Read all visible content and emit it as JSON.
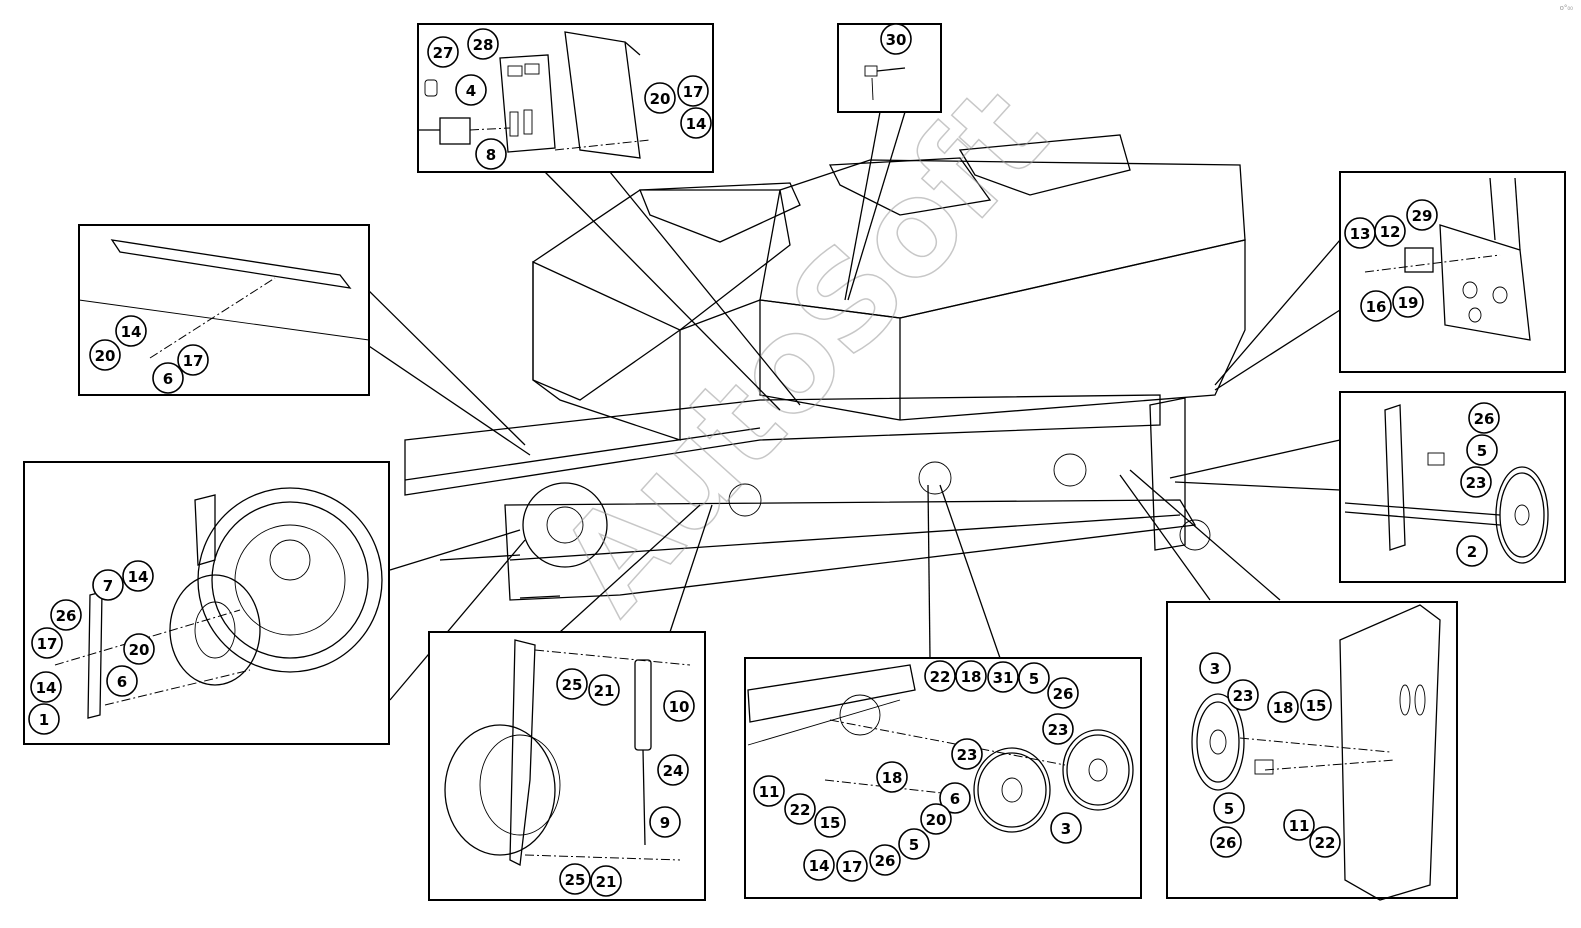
{
  "watermark": "AutoSoft",
  "corner_mark": "o°₀₀",
  "callouts": [
    {
      "id": "c27",
      "label": "27"
    },
    {
      "id": "c28",
      "label": "28"
    },
    {
      "id": "c4a",
      "label": "4"
    },
    {
      "id": "c20a",
      "label": "20"
    },
    {
      "id": "c17a",
      "label": "17"
    },
    {
      "id": "c14a",
      "label": "14"
    },
    {
      "id": "c8",
      "label": "8"
    },
    {
      "id": "c30",
      "label": "30"
    },
    {
      "id": "c14b",
      "label": "14"
    },
    {
      "id": "c20b",
      "label": "20"
    },
    {
      "id": "c17b",
      "label": "17"
    },
    {
      "id": "c6a",
      "label": "6"
    },
    {
      "id": "c13",
      "label": "13"
    },
    {
      "id": "c12",
      "label": "12"
    },
    {
      "id": "c29",
      "label": "29"
    },
    {
      "id": "c16",
      "label": "16"
    },
    {
      "id": "c19",
      "label": "19"
    },
    {
      "id": "c26a",
      "label": "26"
    },
    {
      "id": "c5a",
      "label": "5"
    },
    {
      "id": "c23a",
      "label": "23"
    },
    {
      "id": "c2",
      "label": "2"
    },
    {
      "id": "c7",
      "label": "7"
    },
    {
      "id": "c14c",
      "label": "14"
    },
    {
      "id": "c26b",
      "label": "26"
    },
    {
      "id": "c20c",
      "label": "20"
    },
    {
      "id": "c17c",
      "label": "17"
    },
    {
      "id": "c14d",
      "label": "14"
    },
    {
      "id": "c6b",
      "label": "6"
    },
    {
      "id": "c1",
      "label": "1"
    },
    {
      "id": "c25a",
      "label": "25"
    },
    {
      "id": "c21a",
      "label": "21"
    },
    {
      "id": "c10",
      "label": "10"
    },
    {
      "id": "c24",
      "label": "24"
    },
    {
      "id": "c9",
      "label": "9"
    },
    {
      "id": "c25b",
      "label": "25"
    },
    {
      "id": "c21b",
      "label": "21"
    },
    {
      "id": "c22a",
      "label": "22"
    },
    {
      "id": "c18a",
      "label": "18"
    },
    {
      "id": "c31",
      "label": "31"
    },
    {
      "id": "c5b",
      "label": "5"
    },
    {
      "id": "c26c",
      "label": "26"
    },
    {
      "id": "c23b",
      "label": "23"
    },
    {
      "id": "c23c",
      "label": "23"
    },
    {
      "id": "c11a",
      "label": "11"
    },
    {
      "id": "c18b",
      "label": "18"
    },
    {
      "id": "c22b",
      "label": "22"
    },
    {
      "id": "c15a",
      "label": "15"
    },
    {
      "id": "c6c",
      "label": "6"
    },
    {
      "id": "c20d",
      "label": "20"
    },
    {
      "id": "c5c",
      "label": "5"
    },
    {
      "id": "c14e",
      "label": "14"
    },
    {
      "id": "c17d",
      "label": "17"
    },
    {
      "id": "c26d",
      "label": "26"
    },
    {
      "id": "c3a",
      "label": "3"
    },
    {
      "id": "c3b",
      "label": "3"
    },
    {
      "id": "c23d",
      "label": "23"
    },
    {
      "id": "c18c",
      "label": "18"
    },
    {
      "id": "c15b",
      "label": "15"
    },
    {
      "id": "c5d",
      "label": "5"
    },
    {
      "id": "c26e",
      "label": "26"
    },
    {
      "id": "c11b",
      "label": "11"
    },
    {
      "id": "c22c",
      "label": "22"
    }
  ]
}
